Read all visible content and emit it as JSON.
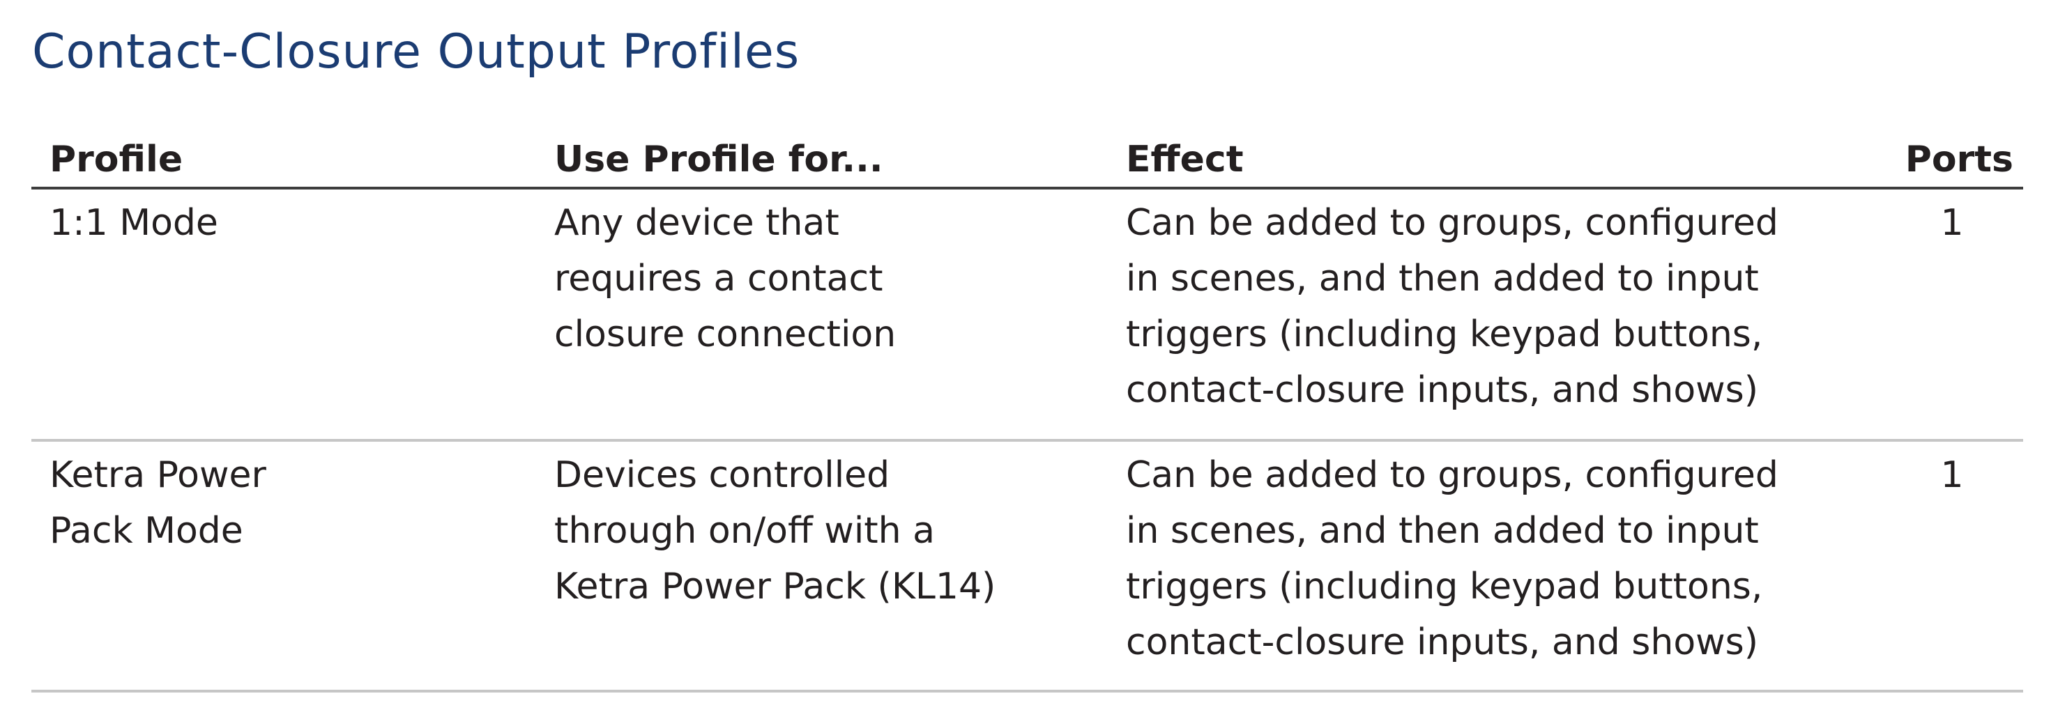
{
  "page": {
    "title": "Contact-Closure Output Profiles",
    "title_color": "#1b3c72"
  },
  "table": {
    "columns": [
      "Profile",
      "Use Profile for...",
      "Effect",
      "Ports"
    ],
    "rows": [
      {
        "profile": [
          "1:1 Mode"
        ],
        "use_for": [
          "Any device that",
          "requires a contact",
          "closure connection"
        ],
        "effect": [
          "Can be added to groups, configured",
          "in scenes, and then added to input",
          "triggers (including keypad buttons,",
          "contact-closure inputs, and shows)"
        ],
        "ports": "1"
      },
      {
        "profile": [
          "Ketra Power",
          "Pack Mode"
        ],
        "use_for": [
          "Devices controlled",
          "through on/off with a",
          "Ketra Power Pack (KL14)"
        ],
        "effect": [
          "Can be added to groups, configured",
          "in scenes, and then added to input",
          "triggers (including keypad buttons,",
          "contact-closure inputs, and shows)"
        ],
        "ports": "1"
      }
    ],
    "header_border_color": "#3d3d3d",
    "row_border_color": "#c6c6c6"
  }
}
